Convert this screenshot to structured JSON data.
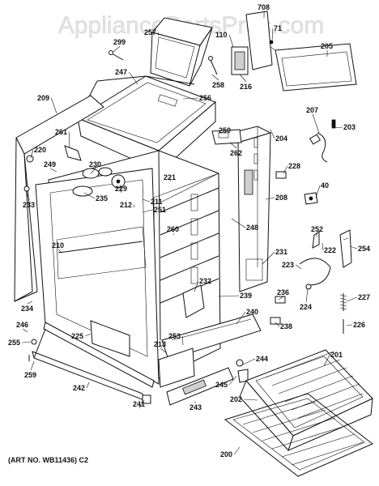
{
  "watermark": "AppliancePartsPros.com",
  "art_number": "(ART NO. WB11436) C2",
  "callouts": [
    "708",
    "257",
    "71",
    "110",
    "299",
    "205",
    "247",
    "258",
    "216",
    "209",
    "256",
    "207",
    "203",
    "261",
    "250",
    "204",
    "220",
    "262",
    "230",
    "249",
    "228",
    "229",
    "221",
    "40",
    "233",
    "235",
    "211",
    "208",
    "212",
    "251",
    "248",
    "260",
    "252",
    "222",
    "254",
    "210",
    "231",
    "223",
    "232",
    "236",
    "227",
    "239",
    "224",
    "234",
    "240",
    "246",
    "238",
    "226",
    "225",
    "253",
    "213",
    "255",
    "201",
    "244",
    "259",
    "242",
    "245",
    "243",
    "202",
    "241",
    "200"
  ]
}
